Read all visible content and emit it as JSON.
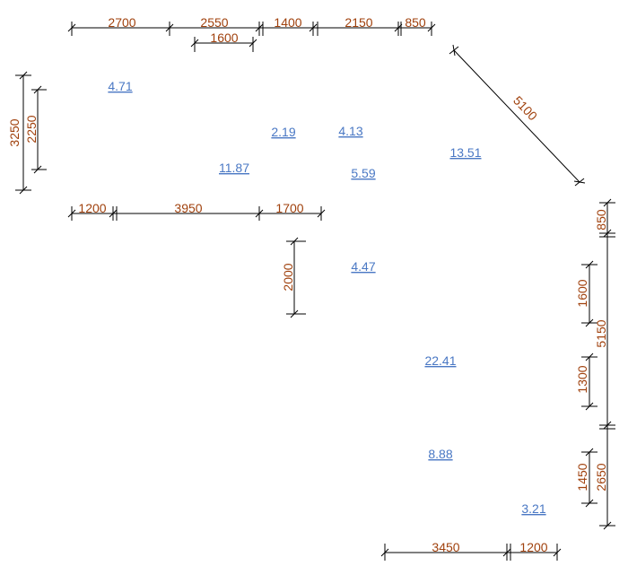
{
  "colors": {
    "dimension_line": "#000000",
    "dimension_text": "#a0410d",
    "area_text": "#4a78c4"
  },
  "dimensions": {
    "top_row": [
      "2700",
      "2550",
      "1400",
      "2150",
      "850"
    ],
    "top_inner": "1600",
    "diagonal": "5100",
    "left_outer": "3250",
    "left_inner": "2250",
    "middle_row": [
      "1200",
      "3950",
      "1700"
    ],
    "center_vertical": "2000",
    "right_top": "850",
    "right_long": "5150",
    "right_a": "1600",
    "right_b": "1300",
    "right_bottom_outer": "2650",
    "right_bottom_inner": "1450",
    "bottom_row": [
      "3450",
      "1200"
    ]
  },
  "areas": [
    "4.71",
    "2.19",
    "4.13",
    "11.87",
    "5.59",
    "13.51",
    "4.47",
    "22.41",
    "8.88",
    "3.21"
  ]
}
